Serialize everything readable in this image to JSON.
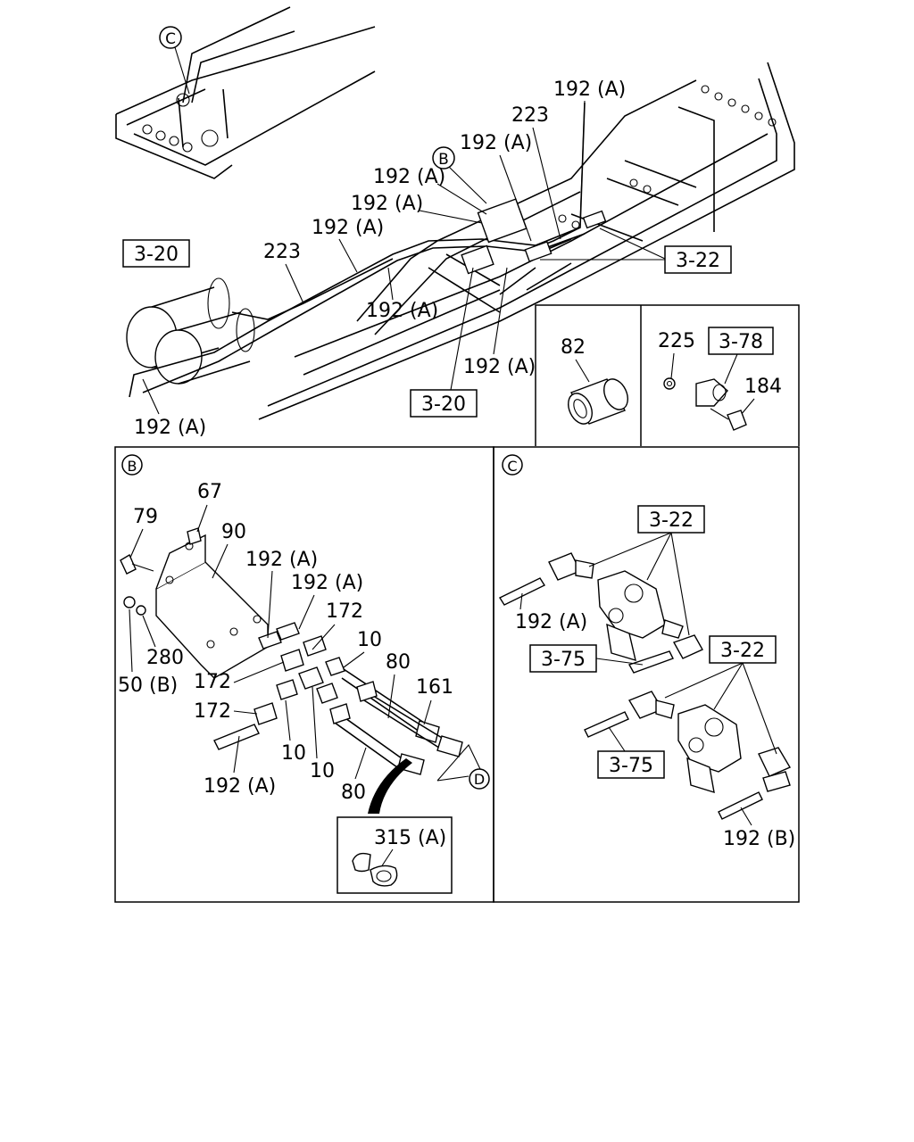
{
  "overview": {
    "detail_callouts": {
      "b": "B",
      "c": "C"
    },
    "labels": {
      "l1": "192 (A)",
      "l2": "223",
      "l3": "192 (A)",
      "l4": "192 (A)",
      "l5": "192 (A)",
      "l6": "192 (A)",
      "l7": "223",
      "l8": "192 (A)",
      "l9": "192 (A)",
      "l10": "192 (A)"
    },
    "boxed_refs": {
      "r1": "3-20",
      "r2": "3-22",
      "r3": "3-20"
    }
  },
  "inset_82": {
    "labels": {
      "part": "82"
    }
  },
  "inset_clip": {
    "labels": {
      "nut": "225",
      "bolt": "184"
    },
    "boxed_refs": {
      "r1": "3-78"
    }
  },
  "detail_b": {
    "tag": "B",
    "labels": {
      "n67": "67",
      "n79": "79",
      "n90": "90",
      "n192a1": "192 (A)",
      "n192a2": "192 (A)",
      "n172a": "172",
      "n10a": "10",
      "n80a": "80",
      "n161": "161",
      "n280": "280",
      "n50b": "50 (B)",
      "n172b": "172",
      "n172c": "172",
      "n10b": "10",
      "n10c": "10",
      "n192a3": "192 (A)",
      "n80b": "80",
      "n315a": "315 (A)"
    },
    "callout_d": "D"
  },
  "detail_c": {
    "tag": "C",
    "labels": {
      "n192a": "192 (A)",
      "n192b": "192 (B)"
    },
    "boxed_refs": {
      "r1": "3-22",
      "r2": "3-75",
      "r3": "3-22",
      "r4": "3-75"
    }
  }
}
